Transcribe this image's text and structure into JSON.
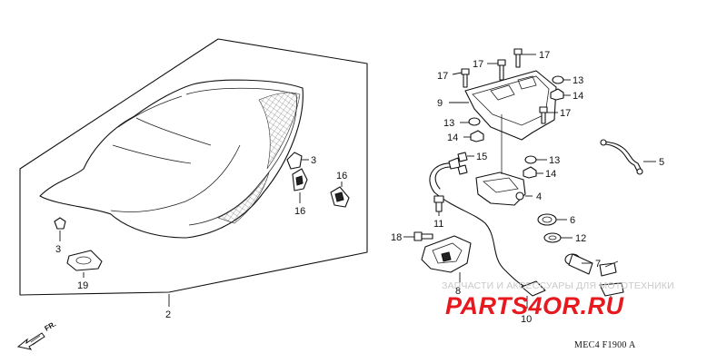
{
  "callouts": {
    "c2": "2",
    "c3a": "3",
    "c3b": "3",
    "c4": "4",
    "c5": "5",
    "c6": "6",
    "c7": "7",
    "c8": "8",
    "c9": "9",
    "c10": "10",
    "c11": "11",
    "c12": "12",
    "c13a": "13",
    "c13b": "13",
    "c13c": "13",
    "c14a": "14",
    "c14b": "14",
    "c14c": "14",
    "c15": "15",
    "c16a": "16",
    "c16b": "16",
    "c17a": "17",
    "c17b": "17",
    "c17c": "17",
    "c17d": "17",
    "c18": "18",
    "c19": "19"
  },
  "direction_label": "FR.",
  "diagram_code": "MEC4 F1900 A",
  "watermark": {
    "tagline": "ЗАПЧАСТИ И АКСЕССУАРЫ ДЛЯ МОТОТЕХНИКИ",
    "brand": "PARTS4OR.RU",
    "brand_color": "#e6191e"
  }
}
